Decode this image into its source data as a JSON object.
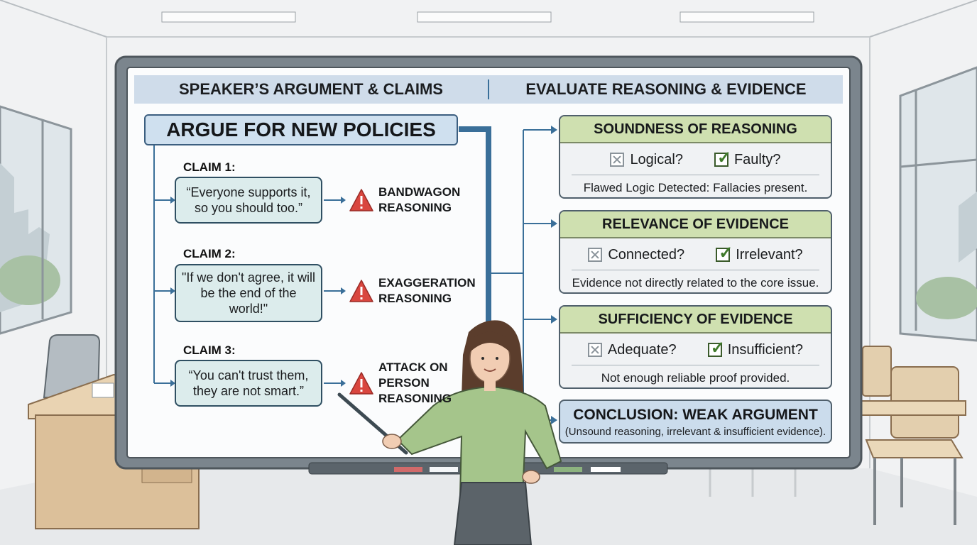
{
  "board": {
    "left_header": "SPEAKER’S ARGUMENT & CLAIMS",
    "right_header": "EVALUATE REASONING & EVIDENCE",
    "main_claim": "ARGUE FOR NEW POLICIES"
  },
  "claims": [
    {
      "label": "CLAIM 1:",
      "quote": "“Everyone supports it, so you should too.”",
      "fallacy_line1": "BANDWAGON",
      "fallacy_line2": "REASONING",
      "fallacy_line3": ""
    },
    {
      "label": "CLAIM 2:",
      "quote": "\"If we don't agree, it will be the end of the world!\"",
      "fallacy_line1": "EXAGGERATION",
      "fallacy_line2": "REASONING",
      "fallacy_line3": ""
    },
    {
      "label": "CLAIM 3:",
      "quote": "“You can't trust them, they are not smart.”",
      "fallacy_line1": "ATTACK ON",
      "fallacy_line2": "PERSON",
      "fallacy_line3": "REASONING"
    }
  ],
  "evaluations": [
    {
      "title": "SOUNDNESS OF REASONING",
      "option_a": "Logical?",
      "option_b": "Faulty?",
      "note": "Flawed Logic Detected: Fallacies present."
    },
    {
      "title": "RELEVANCE OF EVIDENCE",
      "option_a": "Connected?",
      "option_b": "Irrelevant?",
      "note": "Evidence not directly related to the core issue."
    },
    {
      "title": "SUFFICIENCY OF EVIDENCE",
      "option_a": "Adequate?",
      "option_b": "Insufficient?",
      "note": "Not enough reliable proof provided."
    }
  ],
  "conclusion": {
    "title": "CONCLUSION: WEAK ARGUMENT",
    "detail": "(Unsound reasoning, irrelevant & insufficient evidence)."
  },
  "icons": {
    "warning": "warning-triangle-icon",
    "unchecked": "x-box-icon",
    "checked": "check-box-icon"
  },
  "colors": {
    "claim_box": "#cfe0ef",
    "bubble": "#dcecec",
    "card_header": "#cfe0b0",
    "conclusion": "#cbdcec",
    "warning": "#d9463f",
    "connector": "#3a6f99"
  }
}
